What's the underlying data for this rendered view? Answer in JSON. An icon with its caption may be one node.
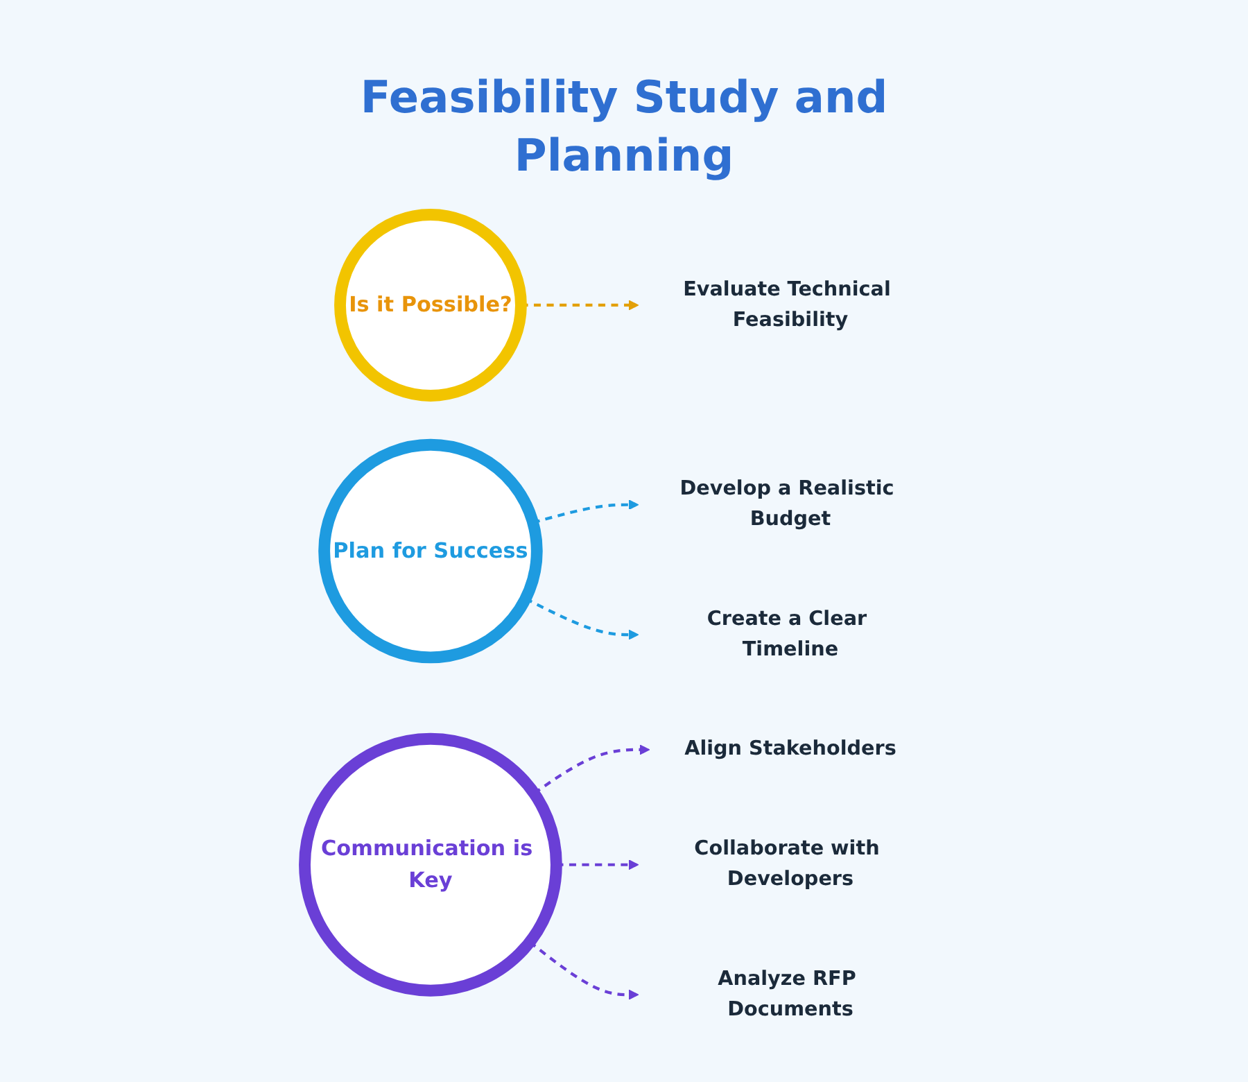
{
  "diagram": {
    "title": "Feasibility Study and Planning",
    "nodes": [
      {
        "text": [
          "Is it Possible?"
        ]
      },
      {
        "text": [
          "Evaluate Technical Feasibility"
        ]
      },
      {
        "text": [
          "Plan for Success"
        ]
      },
      {
        "text": [
          "Develop a Realistic Budget"
        ]
      },
      {
        "text": [
          "Create a Clear Timeline"
        ]
      },
      {
        "text": [
          "Communication is Key"
        ]
      },
      {
        "text": [
          "Align Stakeholders"
        ]
      },
      {
        "text": [
          "Collaborate with Developers"
        ]
      },
      {
        "text": [
          "Analyze RFP Documents"
        ]
      }
    ],
    "edges": [
      {
        "from": 0,
        "to": 1,
        "arrow": "to",
        "style": "dashed",
        "color": "#e3a008"
      },
      {
        "from": 2,
        "to": 3,
        "arrow": "to",
        "style": "dashed",
        "color": "#1e9be0"
      },
      {
        "from": 2,
        "to": 4,
        "arrow": "to",
        "style": "dashed",
        "color": "#1e9be0"
      },
      {
        "from": 5,
        "to": 6,
        "arrow": "to",
        "style": "dashed"
      },
      {
        "from": 5,
        "to": 7,
        "arrow": "to",
        "style": "dashed"
      },
      {
        "from": 5,
        "to": 8,
        "arrow": "to",
        "style": "dashed"
      }
    ]
  }
}
